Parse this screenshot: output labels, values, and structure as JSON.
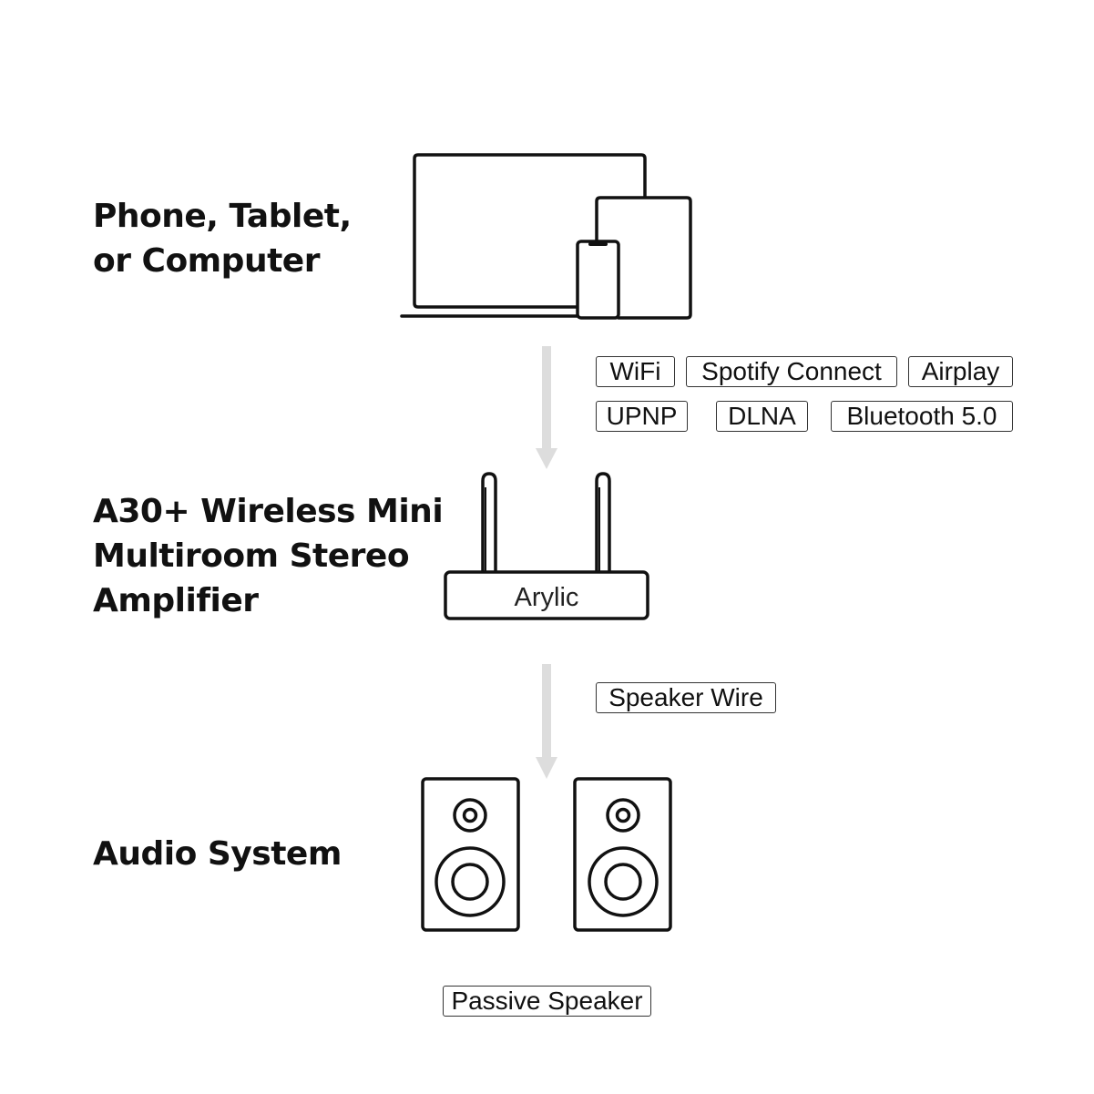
{
  "labels": {
    "devices": [
      "Phone, Tablet,",
      "or Computer"
    ],
    "amplifier": [
      "A30+ Wireless Mini",
      "Multiroom Stereo",
      "Amplifier"
    ],
    "audio": [
      "Audio System"
    ]
  },
  "protocols": [
    "WiFi",
    "Spotify Connect",
    "Airplay",
    "UPNP",
    "DLNA",
    "Bluetooth 5.0"
  ],
  "connection": "Speaker Wire",
  "speaker_label": "Passive Speaker",
  "brand": "Arylic",
  "icons": {
    "devices": "laptop-tablet-phone-icon",
    "amplifier": "amplifier-antenna-icon",
    "speakers": "bookshelf-speaker-icon",
    "arrows": "down-arrow-icon"
  },
  "colors": {
    "stroke": "#111111",
    "arrow": "#dddddd",
    "text": "#111111"
  }
}
